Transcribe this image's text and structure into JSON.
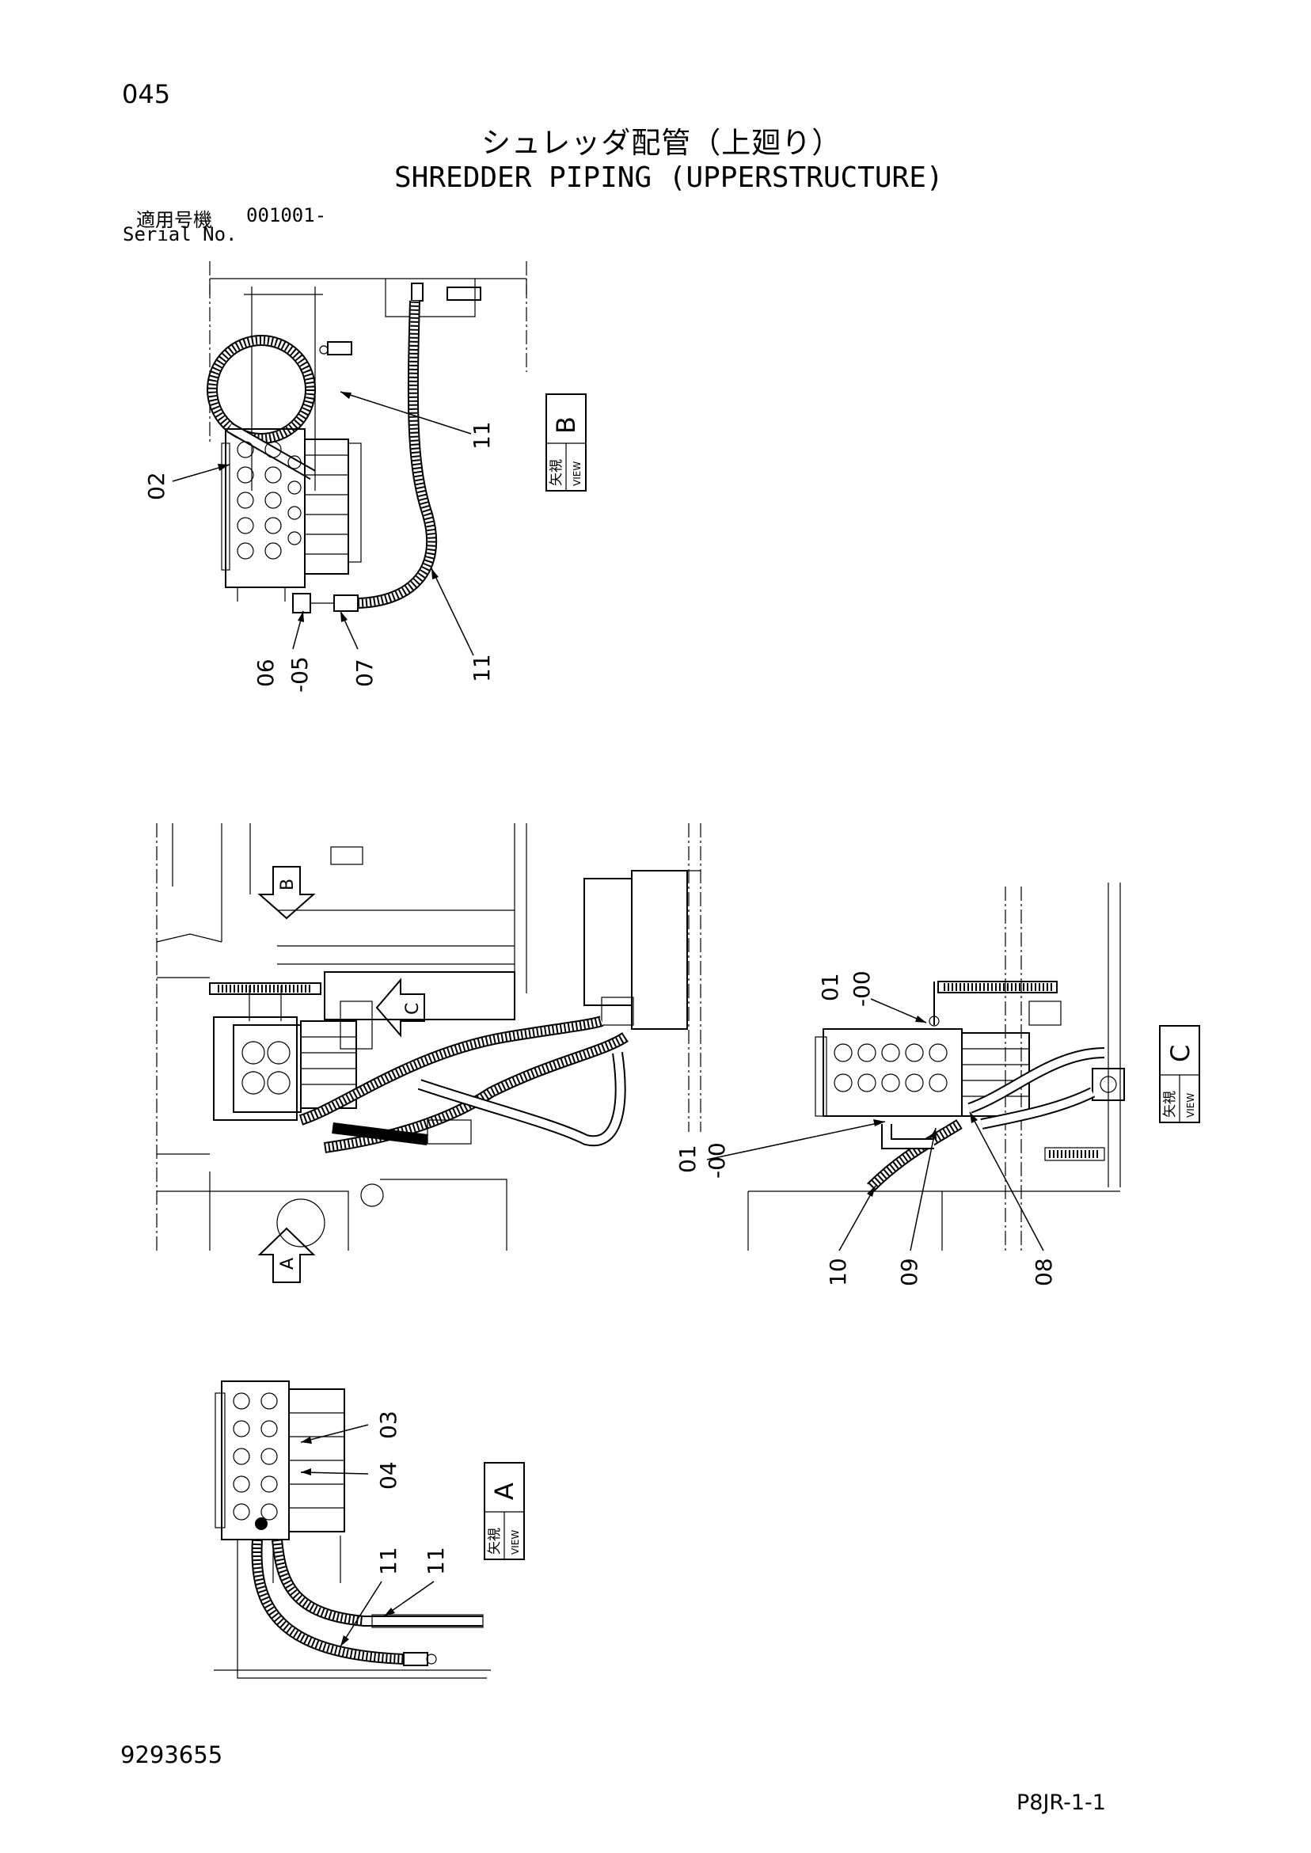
{
  "page_number": "045",
  "title_jp": "シュレッダ配管（上廻り）",
  "title_en": "SHREDDER PIPING (UPPERSTRUCTURE)",
  "serial": {
    "label_jp": "適用号機",
    "range": "001001-",
    "label_en": "Serial No."
  },
  "drawing_number": "9293655",
  "page_code": "P8JR-1-1",
  "views": {
    "view_b": {
      "jp": "矢視",
      "en": "VIEW",
      "letter": "B"
    },
    "view_c": {
      "jp": "矢視",
      "en": "VIEW",
      "letter": "C"
    },
    "view_a": {
      "jp": "矢視",
      "en": "VIEW",
      "letter": "A"
    },
    "arrow_b": "B",
    "arrow_c": "C",
    "arrow_a": "A"
  },
  "callouts": {
    "view_b": [
      "11",
      "02",
      "11",
      "06",
      "-05",
      "07"
    ],
    "view_c": [
      "01",
      "-00",
      "01",
      "-00",
      "10",
      "09",
      "08"
    ],
    "view_a": [
      "03",
      "04",
      "11",
      "11"
    ]
  }
}
